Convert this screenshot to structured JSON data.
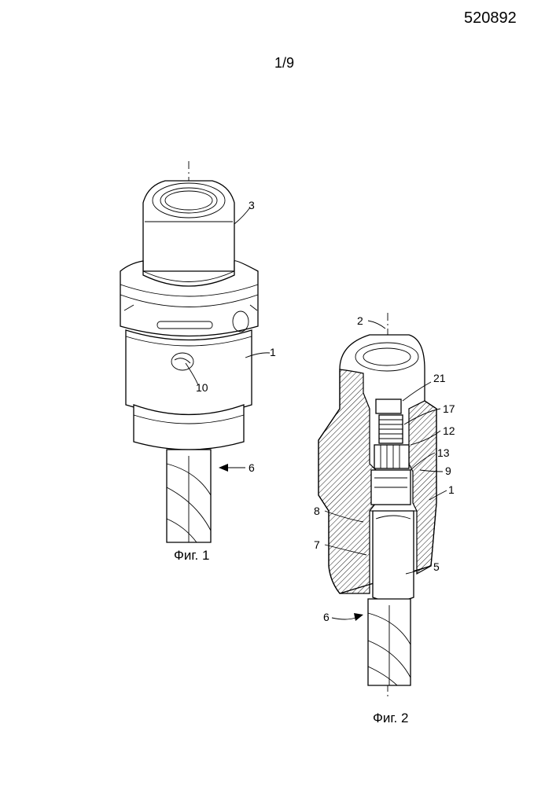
{
  "header": {
    "document_number": "520892",
    "sheet": "1/9"
  },
  "figures": [
    {
      "caption": "Фиг. 1",
      "reference_labels": [
        "3",
        "1",
        "10",
        "6"
      ]
    },
    {
      "caption": "Фиг. 2",
      "reference_labels": [
        "2",
        "21",
        "17",
        "12",
        "13",
        "9",
        "1",
        "8",
        "7",
        "5",
        "6"
      ]
    }
  ]
}
